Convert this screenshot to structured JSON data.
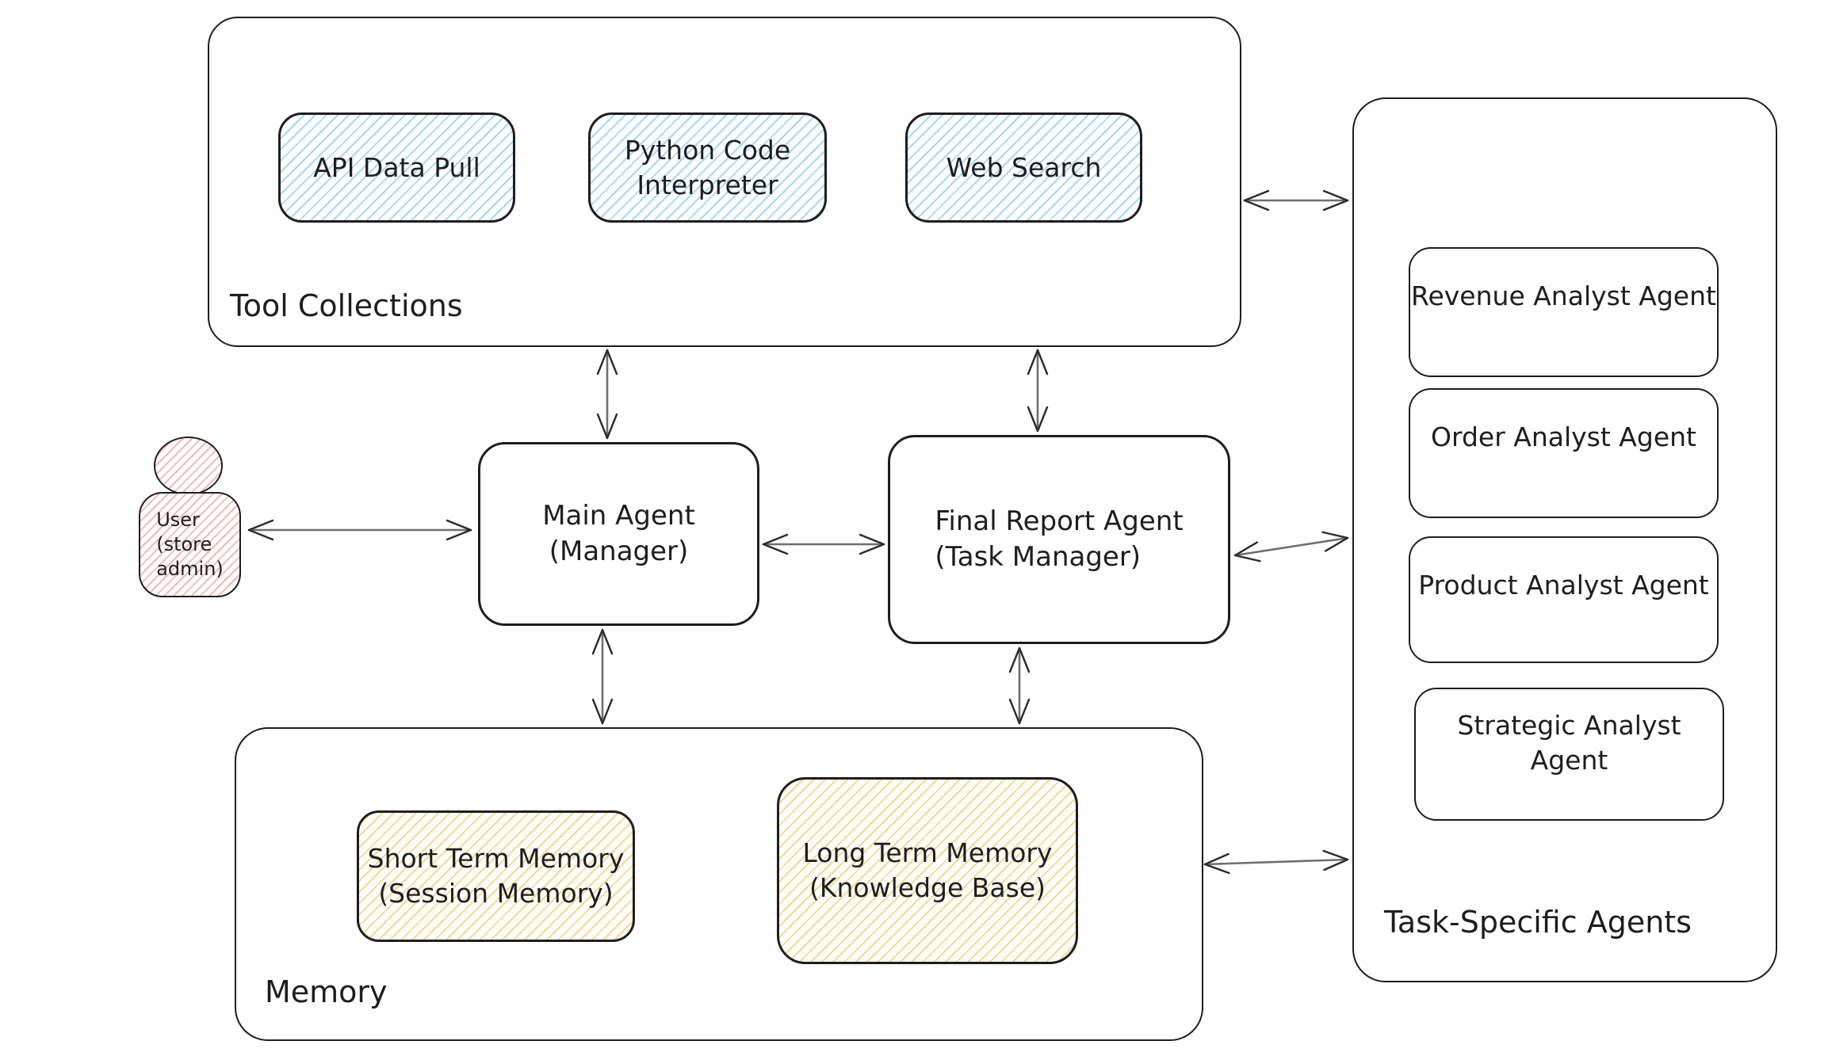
{
  "colors": {
    "stroke": "#1e1e1e",
    "text": "#1e1e1e",
    "arrow_shaft": "#6e6e6e",
    "arrow_head": "#2b2b2b",
    "blue_hatch": "#a5d8ff",
    "yellow_hatch": "#f6d98d",
    "pink_hatch": "#f3b9b9",
    "background": "#ffffff"
  },
  "sections": {
    "tool_collections": {
      "label": "Tool Collections",
      "tools": [
        {
          "label": "API Data Pull"
        },
        {
          "label": "Python Code\nInterpreter"
        },
        {
          "label": "Web Search"
        }
      ]
    },
    "memory": {
      "label": "Memory",
      "stores": [
        {
          "label": "Short Term Memory\n(Session Memory)"
        },
        {
          "label": "Long Term Memory\n(Knowledge Base)"
        }
      ]
    },
    "task_specific_agents": {
      "label": "Task-Specific Agents",
      "agents": [
        {
          "label": "Revenue Analyst Agent"
        },
        {
          "label": "Order Analyst Agent"
        },
        {
          "label": "Product Analyst Agent"
        },
        {
          "label": "Strategic Analyst\nAgent"
        }
      ]
    }
  },
  "nodes": {
    "user": {
      "label": "User\n(store\nadmin)"
    },
    "main_agent": {
      "label": "Main Agent\n(Manager)"
    },
    "final_report_agent": {
      "label": "Final Report Agent\n(Task Manager)"
    }
  },
  "connections": [
    {
      "from": "tool-collections",
      "to": "task-specific-agents",
      "style": "double-arrow"
    },
    {
      "from": "tool-collections",
      "to": "main-agent",
      "style": "double-arrow"
    },
    {
      "from": "tool-collections",
      "to": "final-report-agent",
      "style": "double-arrow"
    },
    {
      "from": "user",
      "to": "main-agent",
      "style": "double-arrow"
    },
    {
      "from": "main-agent",
      "to": "final-report-agent",
      "style": "double-arrow"
    },
    {
      "from": "final-report-agent",
      "to": "task-specific-agents",
      "style": "double-arrow"
    },
    {
      "from": "main-agent",
      "to": "memory",
      "style": "double-arrow"
    },
    {
      "from": "final-report-agent",
      "to": "memory",
      "style": "double-arrow"
    },
    {
      "from": "memory",
      "to": "task-specific-agents",
      "style": "double-arrow"
    }
  ]
}
